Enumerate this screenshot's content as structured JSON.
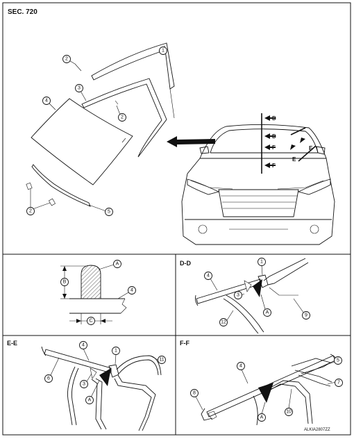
{
  "section": "SEC. 720",
  "views": {
    "dd": "D-D",
    "ee": "E-E",
    "ff": "F-F"
  },
  "section_markers": [
    "D",
    "D",
    "F",
    "F",
    "E",
    "E"
  ],
  "dimension_letters": [
    "A",
    "B",
    "C"
  ],
  "part_numbers": [
    "1",
    "2",
    "3",
    "4",
    "5",
    "6",
    "7",
    "8",
    "9",
    "10",
    "11",
    "12"
  ],
  "figure_id": "ALKIA2807ZZ"
}
